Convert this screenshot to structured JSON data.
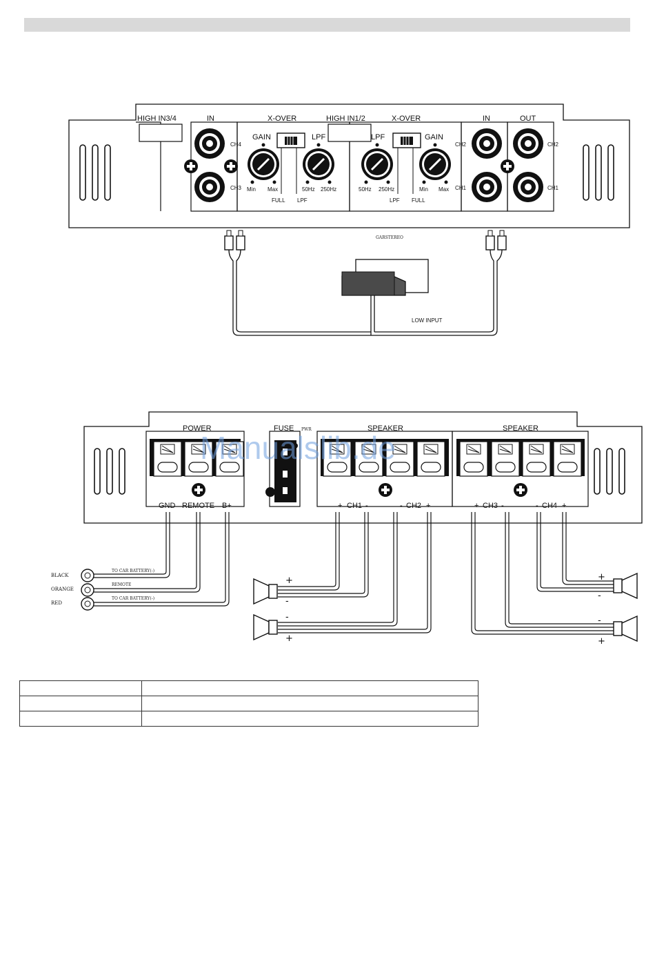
{
  "top_panel": {
    "high_in_34": "HIGH IN3/4",
    "high_in_12": "HIGH IN1/2",
    "in_left": "IN",
    "in_right": "IN",
    "out": "OUT",
    "xover_left": "X-OVER",
    "xover_right": "X-OVER",
    "gain_left": "GAIN",
    "gain_right": "GAIN",
    "lpf_left": "LPF",
    "lpf_right": "LPF",
    "min_left": "Min",
    "max_left": "Max",
    "min_right": "Min",
    "max_right": "Max",
    "hz50_left": "50Hz",
    "hz250_left": "250Hz",
    "hz50_right": "50Hz",
    "hz250_right": "250Hz",
    "full_left": "FULL",
    "lpf_sw_left": "LPF",
    "full_right": "FULL",
    "lpf_sw_right": "LPF",
    "ch4": "CH4",
    "ch3": "CH3",
    "ch2_in": "CH2",
    "ch1_in": "CH1",
    "ch2_out": "CH2",
    "ch1_out": "CH1",
    "small_text": "GARSTEREO",
    "low_input": "LOW INPUT"
  },
  "bottom_panel": {
    "power": "POWER",
    "fuse": "FUSE",
    "pwr": "PWR",
    "speaker_left": "SPEAKER",
    "speaker_right": "SPEAKER",
    "gnd": "GND",
    "remote": "REMOTE",
    "bplus": "B+",
    "ch1": "CH1",
    "ch2": "CH2",
    "ch3": "CH3",
    "ch4": "CH4",
    "plus": "+",
    "minus": "-",
    "black": "BLACK",
    "orange": "ORANGE",
    "red": "RED",
    "to_car_battery_1": "TO CAR BATTERY(-)",
    "remote_wire": "REMOTE",
    "to_car_battery_2": "TO CAR BATTERY(-)"
  },
  "watermark": "Manualslib.de",
  "table": {
    "rows": [
      [
        "",
        ""
      ],
      [
        "",
        ""
      ],
      [
        "",
        ""
      ]
    ]
  }
}
